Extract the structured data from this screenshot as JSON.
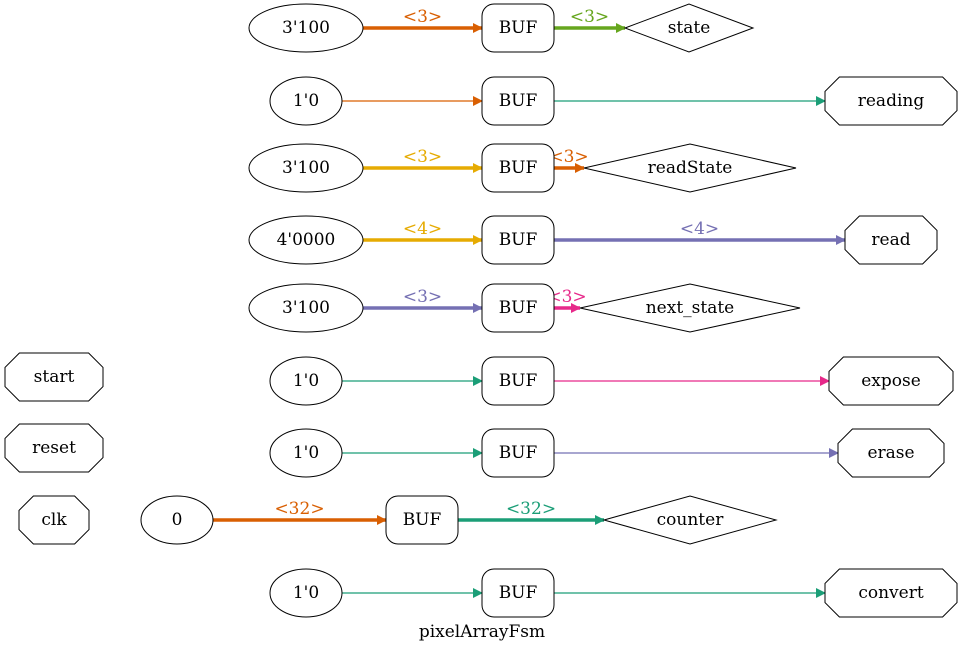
{
  "title": "pixelArrayFsm",
  "colors": {
    "orange": "#d95f02",
    "green": "#66a61e",
    "teal": "#1b9e77",
    "gold": "#e6ab02",
    "purple": "#7570b3",
    "pink": "#e7298a"
  },
  "rows": [
    {
      "const": "3'100",
      "buf": "BUF",
      "target": "state",
      "target_shape": "diamond",
      "target_kind": "wire",
      "in_color": "orange",
      "out_color": "green",
      "in_label": "<3>",
      "out_label": "<3>",
      "bus": true
    },
    {
      "const": "1'0",
      "buf": "BUF",
      "target": "reading",
      "target_shape": "octagon",
      "target_kind": "port",
      "in_color": "orange",
      "out_color": "teal",
      "in_label": "",
      "out_label": "",
      "bus": false
    },
    {
      "const": "3'100",
      "buf": "BUF",
      "target": "readState",
      "target_shape": "diamond",
      "target_kind": "wire",
      "in_color": "gold",
      "out_color": "orange",
      "in_label": "<3>",
      "out_label": "<3>",
      "bus": true
    },
    {
      "const": "4'0000",
      "buf": "BUF",
      "target": "read",
      "target_shape": "octagon",
      "target_kind": "port",
      "in_color": "gold",
      "out_color": "purple",
      "in_label": "<4>",
      "out_label": "<4>",
      "bus": true
    },
    {
      "const": "3'100",
      "buf": "BUF",
      "target": "next_state",
      "target_shape": "diamond",
      "target_kind": "wire",
      "in_color": "purple",
      "out_color": "pink",
      "in_label": "<3>",
      "out_label": "<3>",
      "bus": true
    },
    {
      "const": "1'0",
      "buf": "BUF",
      "target": "expose",
      "target_shape": "octagon",
      "target_kind": "port",
      "in_color": "teal",
      "out_color": "pink",
      "in_label": "",
      "out_label": "",
      "bus": false
    },
    {
      "const": "1'0",
      "buf": "BUF",
      "target": "erase",
      "target_shape": "octagon",
      "target_kind": "port",
      "in_color": "teal",
      "out_color": "purple",
      "in_label": "",
      "out_label": "",
      "bus": false
    },
    {
      "const": "0",
      "buf": "BUF",
      "target": "counter",
      "target_shape": "diamond",
      "target_kind": "wire",
      "in_color": "orange",
      "out_color": "teal",
      "in_label": "<32>",
      "out_label": "<32>",
      "bus": true
    },
    {
      "const": "1'0",
      "buf": "BUF",
      "target": "convert",
      "target_shape": "octagon",
      "target_kind": "port",
      "in_color": "teal",
      "out_color": "teal",
      "in_label": "",
      "out_label": "",
      "bus": false
    }
  ],
  "inputs": [
    "start",
    "reset",
    "clk"
  ]
}
